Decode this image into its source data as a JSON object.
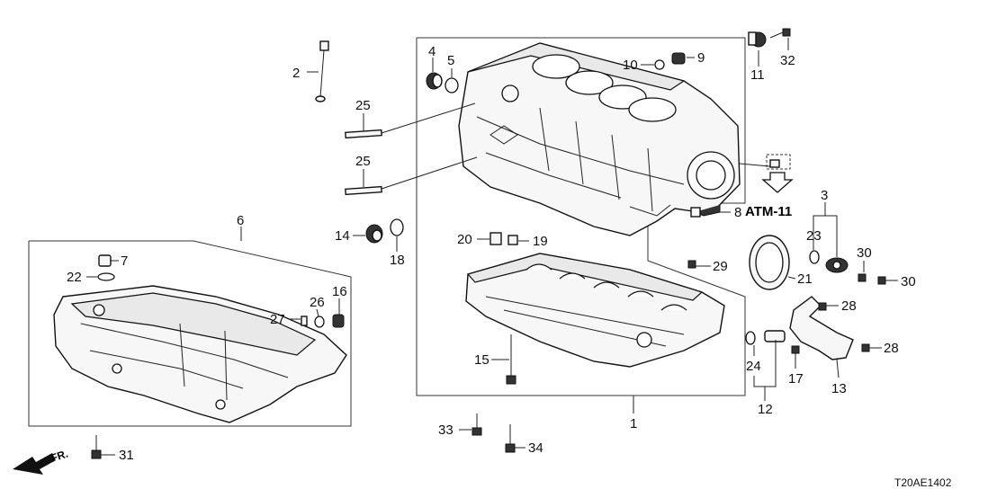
{
  "diagram": {
    "reference_code": "T20AE1402",
    "direction_label": "FR.",
    "reference_tag": "ATM-11",
    "callouts": [
      "1",
      "2",
      "3",
      "4",
      "5",
      "6",
      "7",
      "8",
      "9",
      "10",
      "11",
      "12",
      "13",
      "14",
      "15",
      "16",
      "17",
      "18",
      "19",
      "20",
      "21",
      "22",
      "23",
      "24",
      "25",
      "26",
      "27",
      "28",
      "29",
      "30",
      "31",
      "32",
      "33",
      "34"
    ],
    "callout_25_second": "25",
    "callout_28_second": "28",
    "callout_30_second": "30"
  },
  "colors": {
    "line": "#222222",
    "part_fill": "#f7f7f7",
    "background": "#ffffff"
  },
  "icons": [
    "fr-arrow-icon",
    "atm-arrow-icon"
  ]
}
